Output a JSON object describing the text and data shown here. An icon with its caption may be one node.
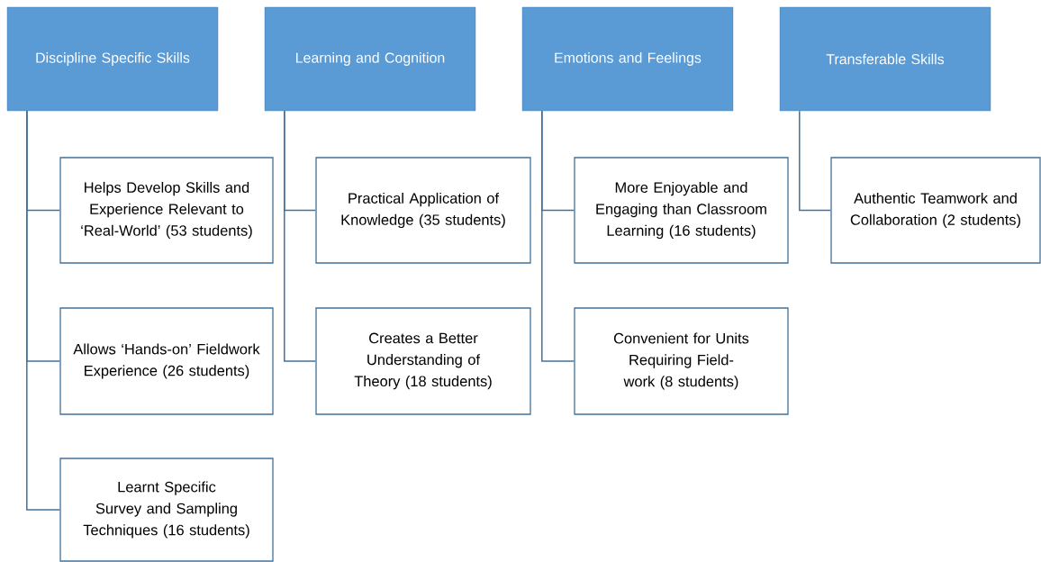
{
  "diagram": {
    "nodes": [
      {
        "text": [
          "Discipline Specific Skills"
        ]
      },
      {
        "text": [
          "Learning and Cognition"
        ]
      },
      {
        "text": [
          "Emotions and Feelings"
        ]
      },
      {
        "text": [
          "Transferable Skills"
        ]
      },
      {
        "text": [
          "Helps Develop Skills and Experience Relevant to ‘Real-World’ (53 students)"
        ]
      },
      {
        "text": [
          "Practical Application of Knowledge (35 students)"
        ]
      },
      {
        "text": [
          "More Enjoyable and Engaging than Classroom Learning (16 students)"
        ]
      },
      {
        "text": [
          "Authentic Teamwork and Collaboration (2 students)"
        ]
      },
      {
        "text": [
          "Allows ‘Hands-on’ Fieldwork Experience (26 students)"
        ]
      },
      {
        "text": [
          "Creates a Better Understanding of Theory (18 students)"
        ]
      },
      {
        "text": [
          "Convenient for Units Requiring Field-work (8 students)"
        ]
      },
      {
        "text": [
          "Learnt Specific Survey and Sampling Techniques (16 students)"
        ]
      }
    ],
    "edges": [
      {
        "from": 0,
        "to": 4,
        "arrow": "none"
      },
      {
        "from": 0,
        "to": 8,
        "arrow": "none"
      },
      {
        "from": 0,
        "to": 11,
        "arrow": "none"
      },
      {
        "from": 1,
        "to": 5,
        "arrow": "none"
      },
      {
        "from": 1,
        "to": 9,
        "arrow": "none"
      },
      {
        "from": 2,
        "to": 6,
        "arrow": "none"
      },
      {
        "from": 2,
        "to": 10,
        "arrow": "none"
      },
      {
        "from": 3,
        "to": 7,
        "arrow": "none"
      }
    ]
  }
}
